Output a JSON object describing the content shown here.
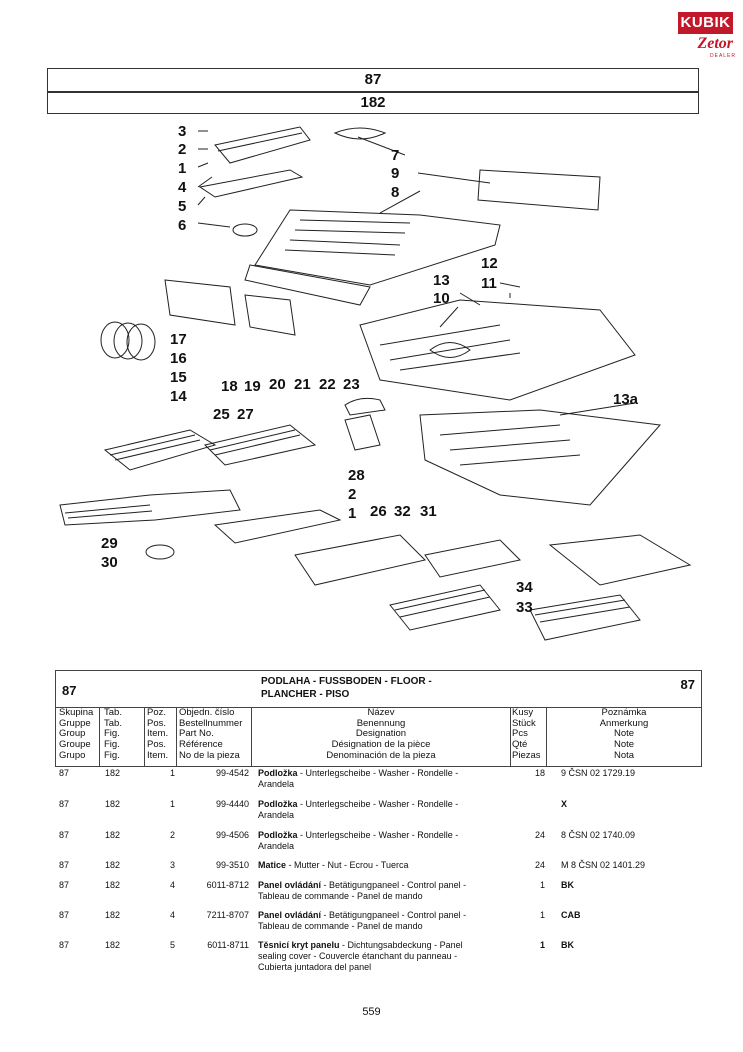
{
  "logo": {
    "brand": "KUBIK",
    "sub": "Zetor",
    "tag": "DEALER"
  },
  "header": {
    "group": "87",
    "figure": "182"
  },
  "callouts": [
    "3",
    "2",
    "1",
    "4",
    "5",
    "6",
    "7",
    "9",
    "8",
    "12",
    "11",
    "13",
    "10",
    "17",
    "16",
    "15",
    "14",
    "18",
    "19",
    "20",
    "21",
    "22",
    "23",
    "13a",
    "25",
    "27",
    "28",
    "2",
    "1",
    "26",
    "32",
    "31",
    "29",
    "30",
    "34",
    "33"
  ],
  "section": {
    "num_left": "87",
    "num_right": "87",
    "title_line1": "PODLAHA - FUSSBODEN - FLOOR -",
    "title_line2": "PLANCHER - PISO"
  },
  "columns": {
    "skupina": [
      "Skupina",
      "Gruppe",
      "Group",
      "Groupe",
      "Grupo"
    ],
    "tab": [
      "Tab.",
      "Tab.",
      "Fig.",
      "Fig.",
      "Fig."
    ],
    "poz": [
      "Poz.",
      "Pos.",
      "Item.",
      "Pos.",
      "Item."
    ],
    "part": [
      "Objedn. číslo",
      "Bestellnummer",
      "Part No.",
      "Référence",
      "No de la pieza"
    ],
    "name": [
      "Název",
      "Benennung",
      "Designation",
      "Désignation de la pièce",
      "Denominación de la pieza"
    ],
    "qty": [
      "Kusy",
      "Stück",
      "Pcs",
      "Qté",
      "Piezas"
    ],
    "note": [
      "Poznámka",
      "Anmerkung",
      "Note",
      "Note",
      "Nota"
    ]
  },
  "rows": [
    {
      "sk": "87",
      "tab": "182",
      "poz": "1",
      "pn": "99-4542",
      "name_bold": "Podložka",
      "name_rest": " - Unterlegscheibe - Washer - Rondelle -",
      "name2": "Arandela",
      "qty": "18",
      "note": "9 ČSN 02 1729.19",
      "note_bold": false
    },
    {
      "sk": "87",
      "tab": "182",
      "poz": "1",
      "pn": "99-4440",
      "name_bold": "Podložka",
      "name_rest": " - Unterlegscheibe - Washer - Rondelle -",
      "name2": "Arandela",
      "qty": "",
      "note": "X",
      "note_bold": true
    },
    {
      "sk": "87",
      "tab": "182",
      "poz": "2",
      "pn": "99-4506",
      "name_bold": "Podložka",
      "name_rest": " - Unterlegscheibe - Washer - Rondelle -",
      "name2": "Arandela",
      "qty": "24",
      "note": "8 ČSN 02 1740.09",
      "note_bold": false
    },
    {
      "sk": "87",
      "tab": "182",
      "poz": "3",
      "pn": "99-3510",
      "name_bold": "Matice",
      "name_rest": " - Mutter - Nut - Ecrou - Tuerca",
      "name2": "",
      "qty": "24",
      "note": "M 8 ČSN 02 1401.29",
      "note_bold": false
    },
    {
      "sk": "87",
      "tab": "182",
      "poz": "4",
      "pn": "6011-8712",
      "name_bold": "Panel ovládání",
      "name_rest": " - Betätigungpaneel - Control panel -",
      "name2": "Tableau de commande - Panel de mando",
      "qty": "1",
      "note": "BK",
      "note_bold": true
    },
    {
      "sk": "87",
      "tab": "182",
      "poz": "4",
      "pn": "7211-8707",
      "name_bold": "Panel ovládání",
      "name_rest": " - Betätigungpaneel - Control panel -",
      "name2": "Tableau de commande - Panel de mando",
      "qty": "1",
      "note": "CAB",
      "note_bold": true
    },
    {
      "sk": "87",
      "tab": "182",
      "poz": "5",
      "pn": "6011-8711",
      "name_bold": "Těsnicí kryt panelu",
      "name_rest": " - Dichtungsabdeckung - Panel",
      "name2": "sealing cover - Couvercle étanchant du panneau -",
      "name3": "Cubierta juntadora del panel",
      "qty": "1",
      "note": "BK",
      "note_bold": true
    }
  ],
  "page_number": "559"
}
